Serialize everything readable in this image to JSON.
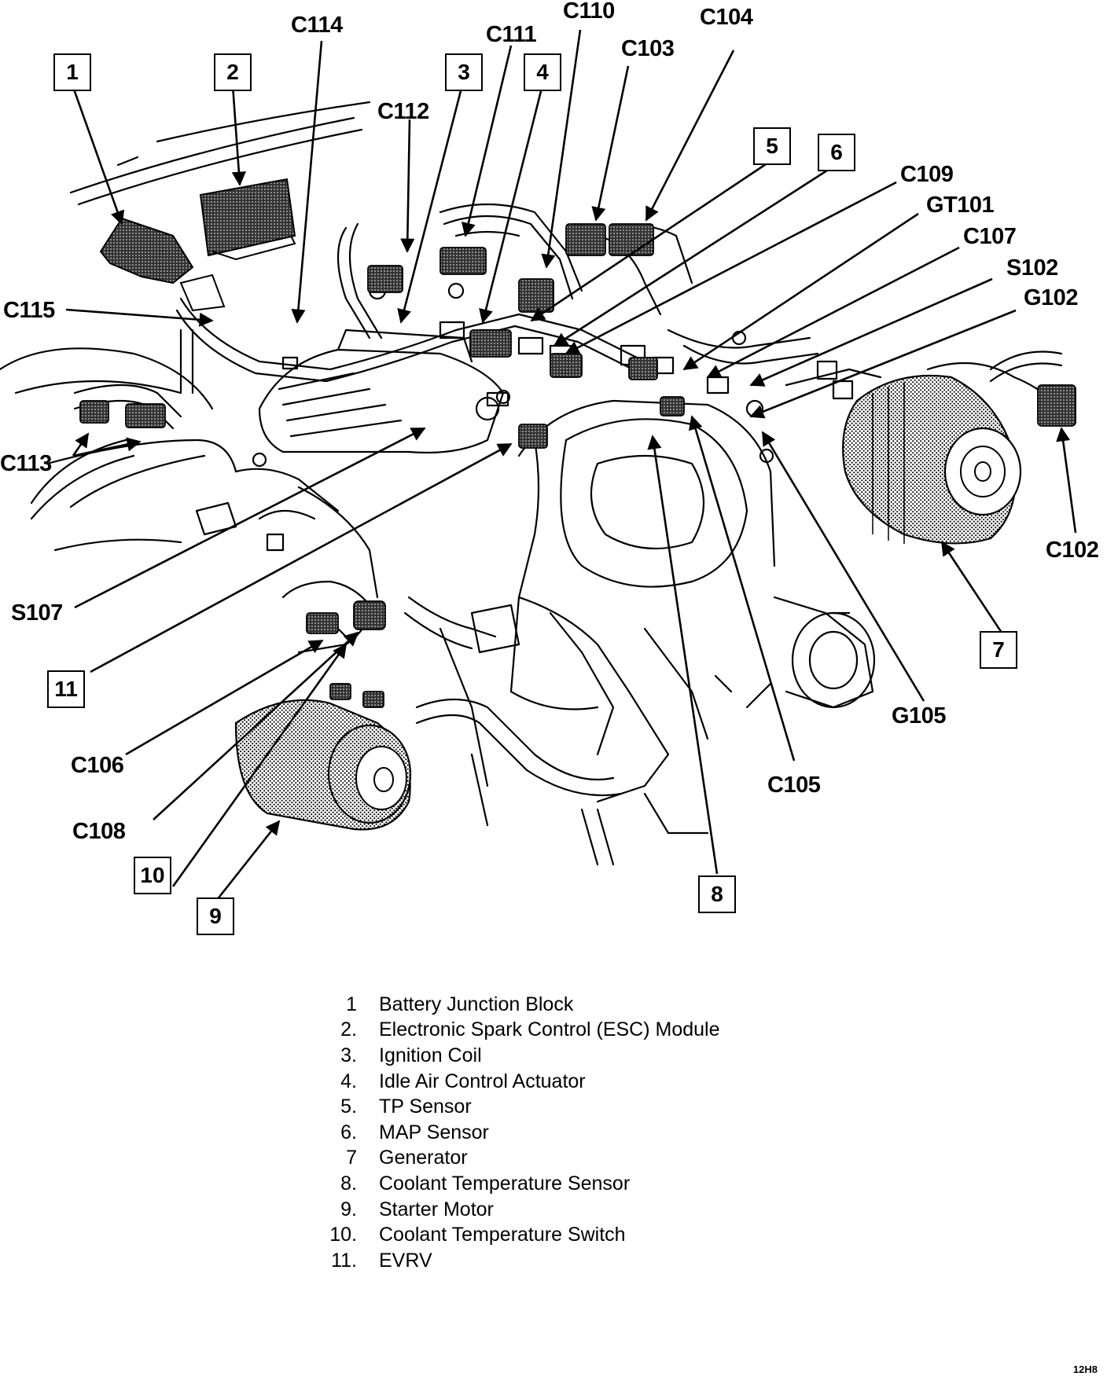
{
  "callouts": {
    "c114": "C114",
    "c111": "C111",
    "c110": "C110",
    "c104": "C104",
    "c103": "C103",
    "c112": "C112",
    "c109": "C109",
    "gt101": "GT101",
    "c107": "C107",
    "s102": "S102",
    "g102": "G102",
    "c115": "C115",
    "c113": "C113",
    "c102": "C102",
    "s107": "S107",
    "g105": "G105",
    "c106": "C106",
    "c108": "C108",
    "c105": "C105"
  },
  "boxes": {
    "b1": "1",
    "b2": "2",
    "b3": "3",
    "b4": "4",
    "b5": "5",
    "b6": "6",
    "b7": "7",
    "b8": "8",
    "b9": "9",
    "b10": "10",
    "b11": "11"
  },
  "legend": [
    {
      "num": "1",
      "name": "Battery Junction Block"
    },
    {
      "num": "2.",
      "name": "Electronic Spark Control (ESC) Module"
    },
    {
      "num": "3.",
      "name": "Ignition Coil"
    },
    {
      "num": "4.",
      "name": "Idle Air Control Actuator"
    },
    {
      "num": "5.",
      "name": "TP Sensor"
    },
    {
      "num": "6.",
      "name": "MAP Sensor"
    },
    {
      "num": "7",
      "name": "Generator"
    },
    {
      "num": "8.",
      "name": "Coolant Temperature Sensor"
    },
    {
      "num": "9.",
      "name": "Starter Motor"
    },
    {
      "num": "10.",
      "name": "Coolant Temperature Switch"
    },
    {
      "num": "11.",
      "name": "EVRV"
    }
  ],
  "figure_id": "12H8"
}
